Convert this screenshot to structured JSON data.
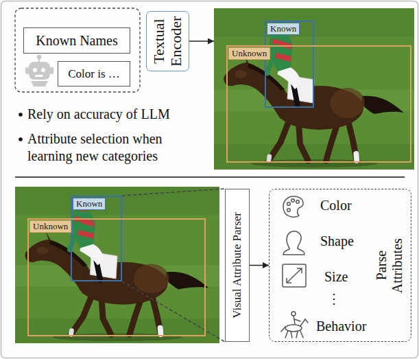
{
  "diagram": {
    "nodes": [
      {
        "text": [
          "Known Names"
        ]
      },
      {
        "text": [
          "Color is …"
        ]
      },
      {
        "text": [
          "Textual Encoder"
        ]
      },
      {
        "text": []
      },
      {
        "text": [
          "Known"
        ],
        "in": 3
      },
      {
        "text": [
          "Unknown"
        ],
        "in": 3
      },
      {
        "text": []
      },
      {
        "text": [
          "Known"
        ],
        "in": 6
      },
      {
        "text": [
          "Unknown"
        ],
        "in": 6
      },
      {
        "text": [
          "Visual Attribute Parser"
        ]
      },
      {
        "text": [
          "Color",
          "Shape",
          "Size",
          "⋮",
          "Behavior",
          "Parse Attributes"
        ]
      }
    ],
    "edges": [
      {
        "from": 2,
        "to": 3,
        "arrow": "to"
      },
      {
        "from": 7,
        "to": 9,
        "arrow": "none"
      },
      {
        "from": 9,
        "to": 10,
        "arrow": "to"
      }
    ],
    "labels": [
      "Rely on accuracy of LLM",
      "Attribute selection when learning new categories"
    ]
  }
}
